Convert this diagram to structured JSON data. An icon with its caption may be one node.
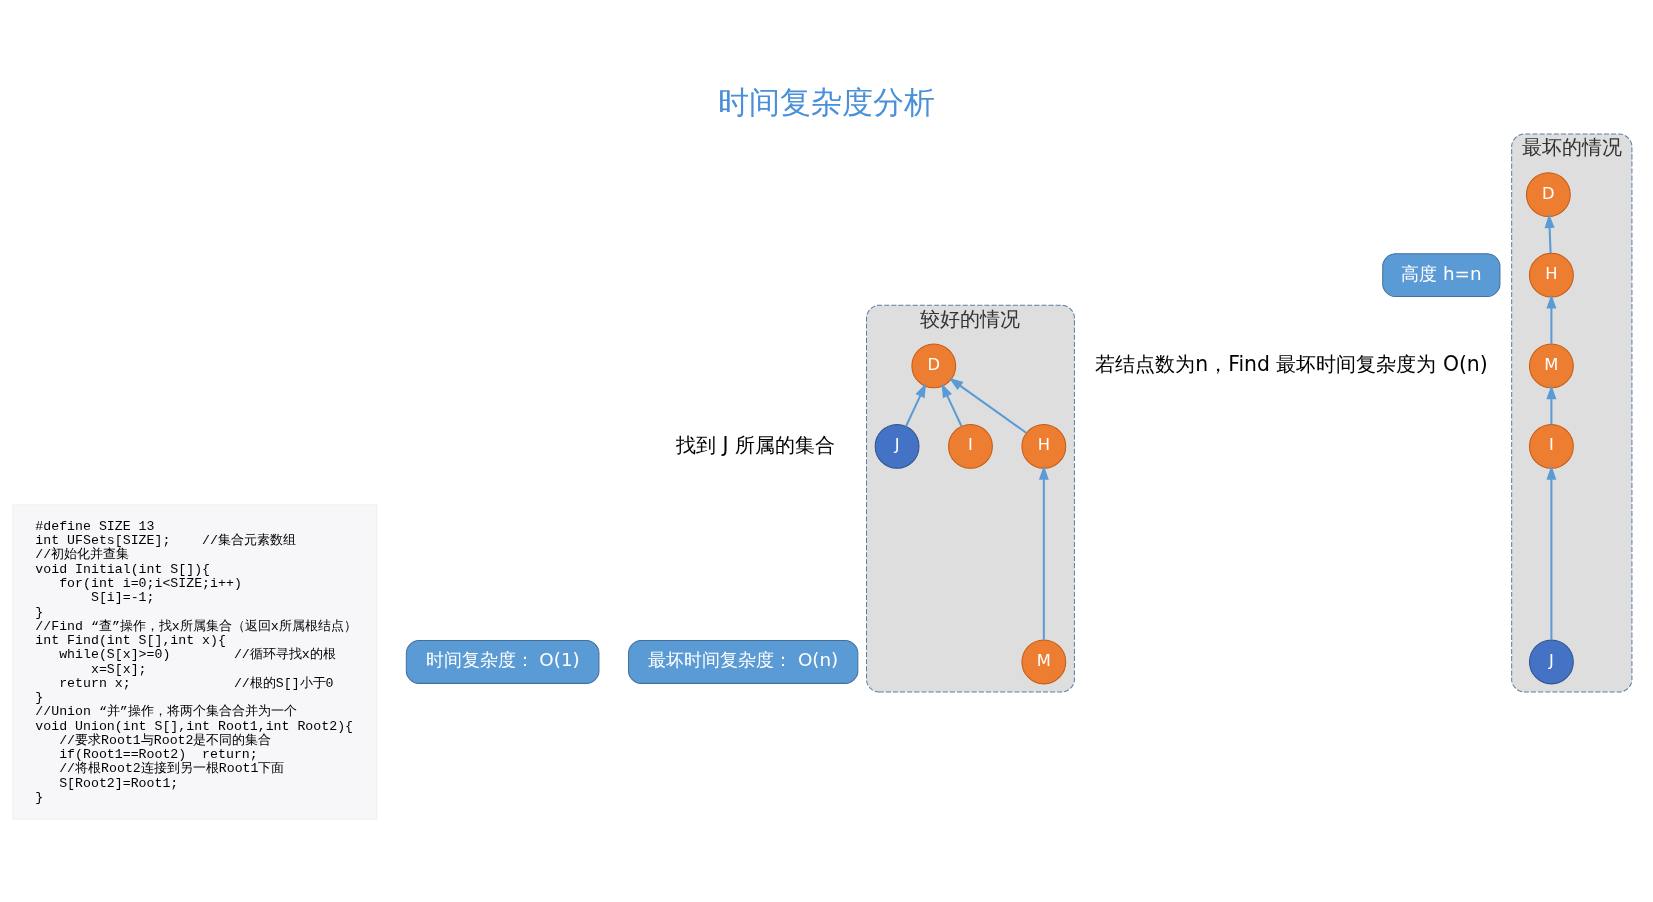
{
  "diagram": {
    "title": "时间复杂度分析",
    "nodes": [
      {
        "text": [
          "#define SIZE 13",
          "int UFSets[SIZE];    //集合元素数组",
          "//初始化并查集",
          "void Initial(int S[]){",
          "    for(int i=0;i<SIZE;i++)",
          "        S[i]=-1;",
          "}",
          "//Find “查”操作，找x所属集合（返回x所属根结点）",
          "int Find(int S[],int x){",
          "    while(S[x]>=0)        //循环寻找x的根",
          "        x=S[x];",
          "    return x;             //根的S[]小于0",
          "}",
          "//Union “并”操作，将两个集合合并为一个",
          "void Union(int S[],int Root1,int Root2){",
          "    //要求Root1与Root2是不同的集合",
          "    if(Root1==Root2)  return;",
          "    //将根Root2连接到另一根Root1下面",
          "    S[Root2]=Root1;",
          "}"
        ]
      },
      {
        "text": [
          "最坏时间复杂度： O(n)"
        ]
      },
      {
        "text": [
          "时间复杂度： O(1)"
        ]
      },
      {
        "text": [
          "较好的情况"
        ]
      },
      {
        "text": [
          "D"
        ],
        "in": 3
      },
      {
        "text": [
          "H"
        ],
        "in": 3
      },
      {
        "text": [
          "I"
        ],
        "in": 3
      },
      {
        "text": [
          "J"
        ],
        "in": 3
      },
      {
        "text": [
          "M"
        ],
        "in": 3
      },
      {
        "text": [
          "高度 h=n"
        ]
      },
      {
        "text": [
          "最坏的情况"
        ]
      },
      {
        "text": [
          "D"
        ],
        "in": 10
      },
      {
        "text": [
          "H"
        ],
        "in": 10
      },
      {
        "text": [
          "M"
        ],
        "in": 10
      },
      {
        "text": [
          "I"
        ],
        "in": 10
      },
      {
        "text": [
          "J"
        ],
        "in": 10
      }
    ],
    "edges": [
      {
        "from": 5,
        "to": 4,
        "arrow": "to"
      },
      {
        "from": 6,
        "to": 4,
        "arrow": "to"
      },
      {
        "from": 7,
        "to": 4,
        "arrow": "to"
      },
      {
        "from": 8,
        "to": 5,
        "arrow": "to"
      },
      {
        "from": 15,
        "to": 14,
        "arrow": "to"
      },
      {
        "from": 14,
        "to": 13,
        "arrow": "to"
      },
      {
        "from": 13,
        "to": 12,
        "arrow": "to"
      },
      {
        "from": 12,
        "to": 11,
        "arrow": "to"
      }
    ],
    "labels": [
      "找到 J 所属的集合",
      "若结点数为n，Find 最坏时间复杂度为 O(n)"
    ]
  }
}
